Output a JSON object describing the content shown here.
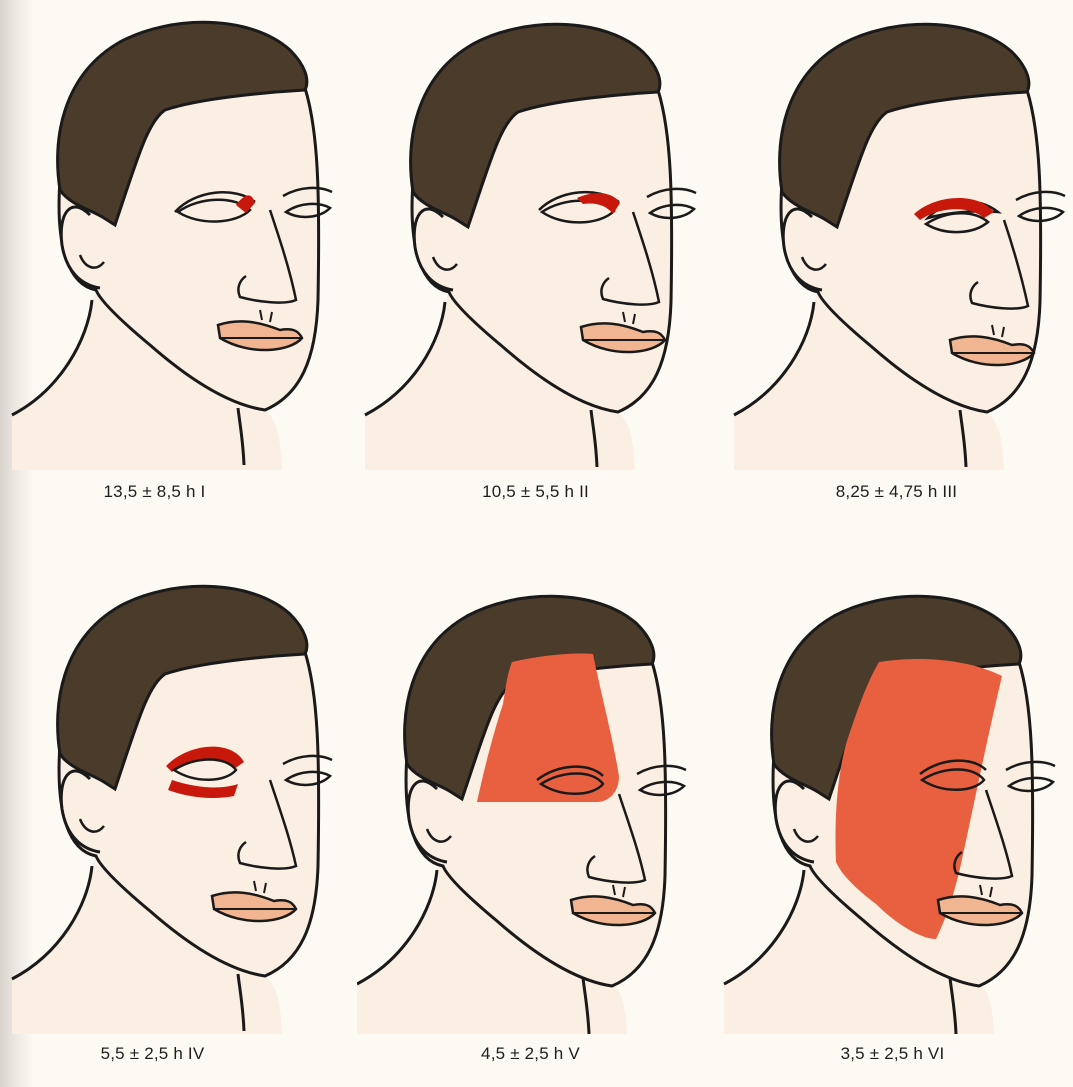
{
  "figure": {
    "colors": {
      "hair": "#4a3b2a",
      "skin": "#fbeee2",
      "lips": "#f2b592",
      "burn": "#c8170b",
      "erythema": "#e8603f",
      "outline": "#1a1a1a"
    },
    "panels": [
      {
        "caption": "13,5 ± 8,5 h I"
      },
      {
        "caption": "10,5 ± 5,5 h II"
      },
      {
        "caption": "8,25 ± 4,75 h III"
      },
      {
        "caption": "5,5 ± 2,5 h IV"
      },
      {
        "caption": "4,5 ± 2,5 h V"
      },
      {
        "caption": "3,5 ± 2,5 h VI"
      }
    ]
  }
}
